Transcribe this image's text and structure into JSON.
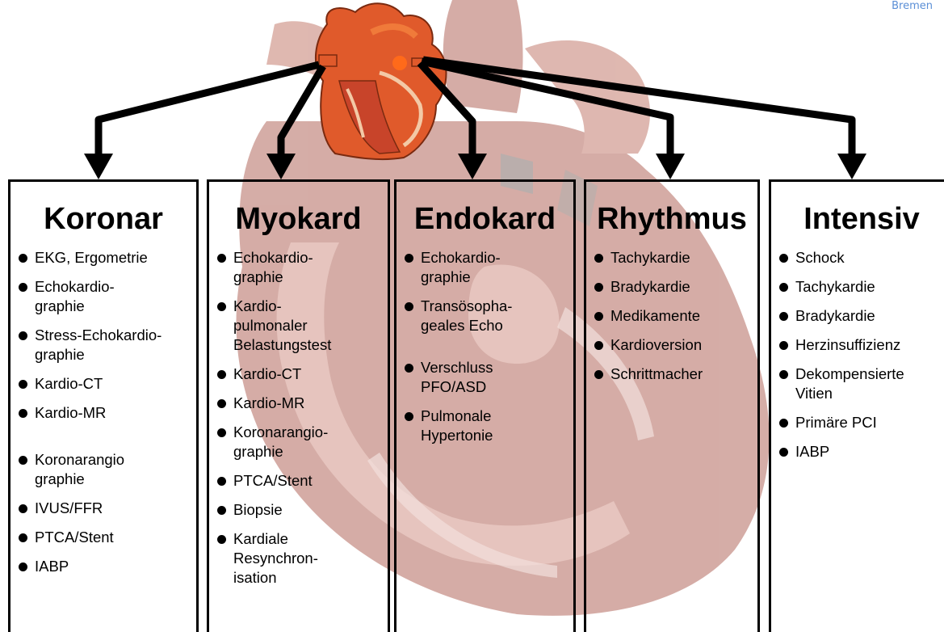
{
  "brand": "Bremen",
  "columns": [
    {
      "title": "Koronar",
      "items": [
        "EKG, Ergometrie",
        "Echokardio-\ngraphie",
        "Stress-Echokardio-\ngraphie",
        "Kardio-CT",
        "Kardio-MR",
        "Koronarangio\ngraphie",
        "IVUS/FFR",
        "PTCA/Stent",
        "IABP"
      ]
    },
    {
      "title": "Myokard",
      "items": [
        "Echokardio-\ngraphie",
        "Kardio-\npulmonaler\nBelastungstest",
        "Kardio-CT",
        "Kardio-MR",
        "Koronarangio-\ngraphie",
        "PTCA/Stent",
        "Biopsie",
        "Kardiale\nResynchron-\nisation"
      ]
    },
    {
      "title": "Endokard",
      "items": [
        "Echokardio-\ngraphie",
        "Transösopha-\ngeales Echo",
        "Verschluss\nPFO/ASD",
        "Pulmonale\nHypertonie"
      ]
    },
    {
      "title": "Rhythmus",
      "items": [
        "Tachykardie",
        "Bradykardie",
        "Medikamente",
        "Kardioversion",
        "Schrittmacher"
      ]
    },
    {
      "title": "Intensiv",
      "items": [
        "Schock",
        "Tachykardie",
        "Bradykardie",
        "Herzinsuffizienz",
        "Dekompensierte\nVitien",
        "Primäre PCI",
        "IABP"
      ]
    }
  ]
}
